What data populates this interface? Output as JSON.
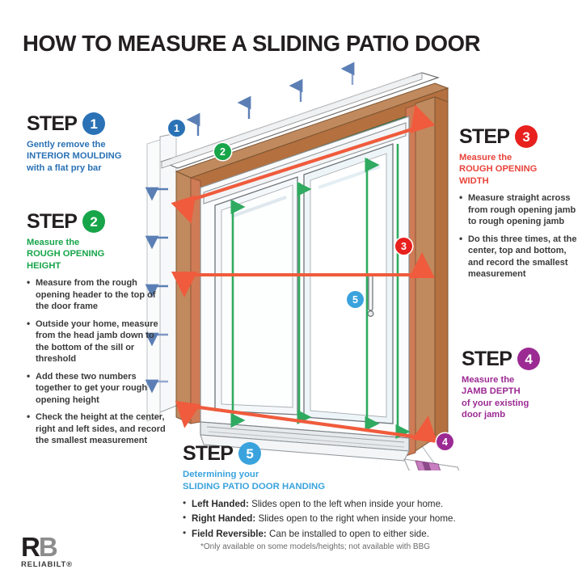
{
  "title": "HOW TO MEASURE A SLIDING PATIO DOOR",
  "colors": {
    "step1": "#2a72b5",
    "step2": "#17a54a",
    "step3": "#e8201e",
    "step4": "#9c2a93",
    "step5": "#3aa3dd",
    "measure_width_arrow": "#ef5b3c",
    "measure_height_arrow": "#2faa60",
    "moulding_arrow": "#5b7fb5",
    "jamb_tape": "#b565b0",
    "wood_frame": "#c08a5e",
    "wood_frame_dark": "#b4703f",
    "interior_trim": "#c9653f",
    "text": "#231f20"
  },
  "steps": [
    {
      "id": 1,
      "word": "STEP",
      "number": "1",
      "sub_lines": [
        "Gently remove the",
        "INTERIOR MOULDING",
        "with a flat pry bar"
      ],
      "bullets": []
    },
    {
      "id": 2,
      "word": "STEP",
      "number": "2",
      "sub_lines": [
        "Measure the",
        "ROUGH OPENING",
        "HEIGHT"
      ],
      "bullets": [
        "Measure from the rough opening header to the top of the door frame",
        "Outside your home, measure from the head jamb down to the bottom of the sill or threshold",
        "Add these two numbers together to get your rough opening height",
        "Check the height at the center, right and left sides, and record the smallest measurement"
      ]
    },
    {
      "id": 3,
      "word": "STEP",
      "number": "3",
      "sub_lines": [
        "Measure the",
        "ROUGH OPENING",
        "WIDTH"
      ],
      "bullets": [
        "Measure straight across from rough opening jamb to rough opening jamb",
        "Do this three times, at the center, top and bottom, and record the smallest measurement"
      ]
    },
    {
      "id": 4,
      "word": "STEP",
      "number": "4",
      "sub_lines": [
        "Measure the",
        "JAMB DEPTH",
        "of your existing",
        "door jamb"
      ],
      "bullets": []
    },
    {
      "id": 5,
      "word": "STEP",
      "number": "5",
      "sub_lines": [
        "Determining your",
        "SLIDING PATIO DOOR HANDING"
      ],
      "bullets": [
        {
          "label": "Left Handed:",
          "text": " Slides open to the left when inside your home."
        },
        {
          "label": "Right Handed:",
          "text": " Slides open to the right when inside your home."
        },
        {
          "label": "Field Reversible:",
          "text": " Can be installed to open to either side."
        }
      ],
      "footnote": "*Only available on some models/heights; not available with BBG"
    }
  ],
  "diagram": {
    "markers": [
      {
        "number": "1",
        "color": "#2a72b5",
        "meaning": "interior-moulding-removal"
      },
      {
        "number": "2",
        "color": "#17a54a",
        "meaning": "rough-opening-height"
      },
      {
        "number": "3",
        "color": "#e8201e",
        "meaning": "rough-opening-width"
      },
      {
        "number": "4",
        "color": "#9c2a93",
        "meaning": "jamb-depth"
      },
      {
        "number": "5",
        "color": "#3aa3dd",
        "meaning": "door-handing-handle"
      }
    ]
  },
  "logo": {
    "mark_r": "R",
    "mark_b": "B",
    "wordmark": "RELIABILT®"
  }
}
